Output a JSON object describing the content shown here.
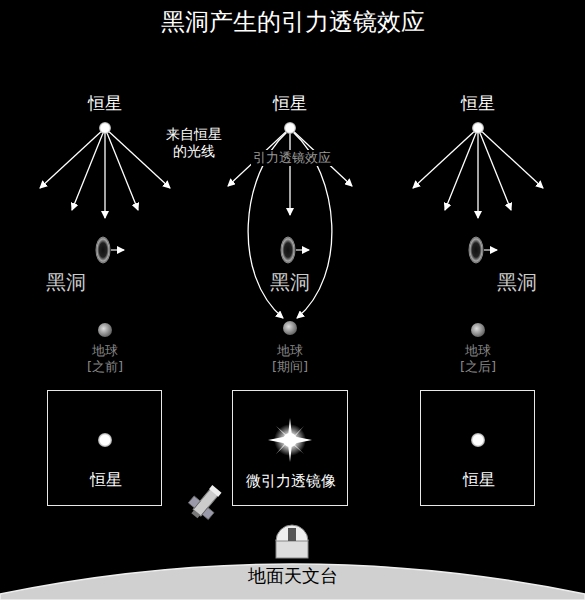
{
  "diagram": {
    "title": "黑洞产生的引力透镜效应",
    "nodes": [
      {
        "text": [
          "恒星"
        ]
      },
      {
        "text": [
          "微引力透镜像"
        ]
      },
      {
        "text": [
          "恒星"
        ]
      },
      {
        "text": [
          "地面天文台"
        ]
      }
    ],
    "labels": [
      "恒星",
      "恒星",
      "恒星",
      "来自恒星 的光线",
      "引力透镜效应",
      "黑洞",
      "黑洞",
      "黑洞",
      "地球 [之前]",
      "地球 [期间]",
      "地球 [之后]"
    ]
  }
}
